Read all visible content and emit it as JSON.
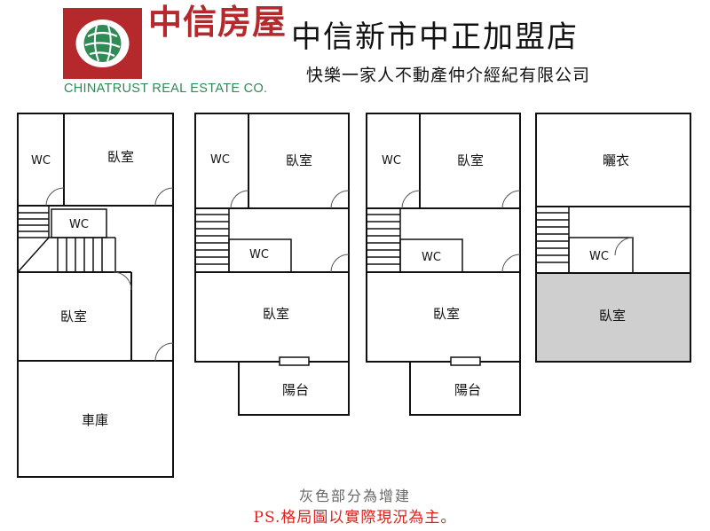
{
  "header": {
    "logo_cn": "中信房屋",
    "logo_en": "CHINATRUST REAL ESTATE CO.",
    "store_name": "中信新市中正加盟店",
    "store_desc": "快樂一家人不動產仲介經紀有限公司"
  },
  "floors": [
    {
      "labels": {
        "wc_top": "WC",
        "bedroom_top": "臥室",
        "wc_mid": "WC",
        "bedroom_main": "臥室",
        "garage": "車庫"
      }
    },
    {
      "labels": {
        "wc_top": "WC",
        "bedroom_top": "臥室",
        "wc_mid": "WC",
        "bedroom_main": "臥室",
        "balcony": "陽台"
      }
    },
    {
      "labels": {
        "wc_top": "WC",
        "bedroom_top": "臥室",
        "wc_mid": "WC",
        "bedroom_main": "臥室",
        "balcony": "陽台"
      }
    },
    {
      "labels": {
        "drying": "曬衣",
        "wc_mid": "WC",
        "bedroom_main": "臥室"
      }
    }
  ],
  "notes": {
    "gray_note": "灰色部分為增建",
    "ps_note": "PS.格局圖以實際現況為主。"
  },
  "colors": {
    "brand_red": "#b5282b",
    "brand_green": "#2f8a55",
    "addition_gray": "#cfcfcf",
    "ps_red": "#e2201b"
  }
}
